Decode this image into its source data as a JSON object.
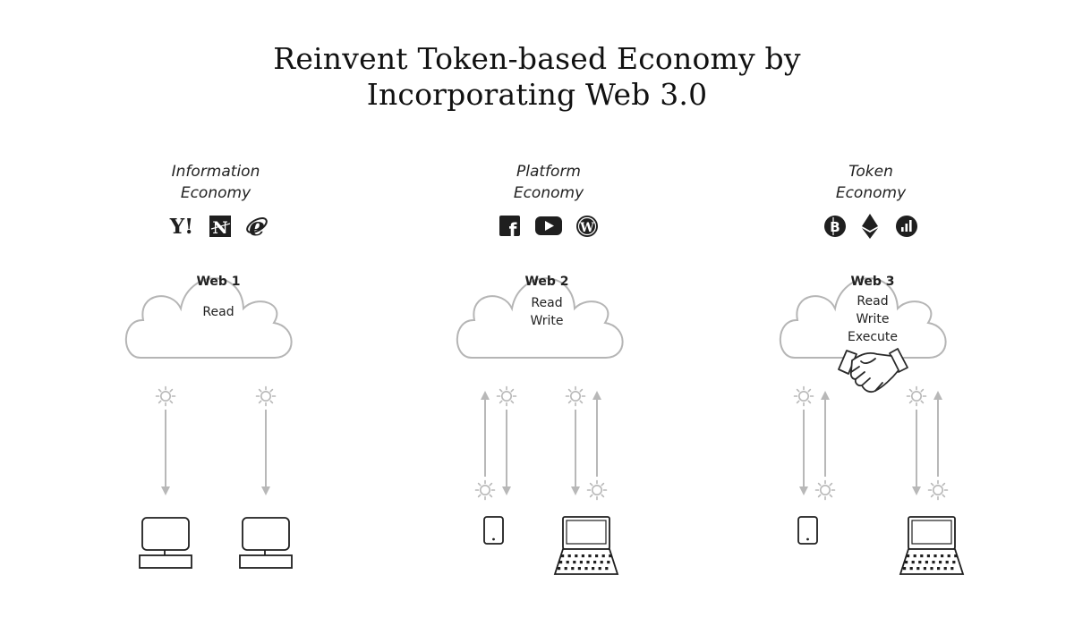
{
  "title": {
    "line1": "Reinvent Token-based Economy by",
    "line2": "Incorporating Web 3.0"
  },
  "columns": [
    {
      "economy": {
        "line1": "Information",
        "line2": "Economy"
      },
      "web": "Web 1",
      "capabilities": [
        "Read"
      ],
      "icons": [
        "yahoo-icon",
        "netscape-icon",
        "internet-explorer-icon"
      ],
      "devices": [
        "desktop-computer",
        "desktop-computer"
      ]
    },
    {
      "economy": {
        "line1": "Platform",
        "line2": "Economy"
      },
      "web": "Web 2",
      "capabilities": [
        "Read",
        "Write"
      ],
      "icons": [
        "facebook-icon",
        "youtube-icon",
        "wordpress-icon"
      ],
      "devices": [
        "smartphone",
        "laptop"
      ]
    },
    {
      "economy": {
        "line1": "Token",
        "line2": "Economy"
      },
      "web": "Web 3",
      "capabilities": [
        "Read",
        "Write",
        "Execute"
      ],
      "icons": [
        "bitcoin-icon",
        "ethereum-icon",
        "chart-coin-icon"
      ],
      "devices": [
        "smartphone",
        "laptop"
      ]
    }
  ],
  "colors": {
    "cloud_stroke": "#b5b5b5",
    "arrow": "#b8b8b8",
    "icon": "#1f1f1f"
  }
}
